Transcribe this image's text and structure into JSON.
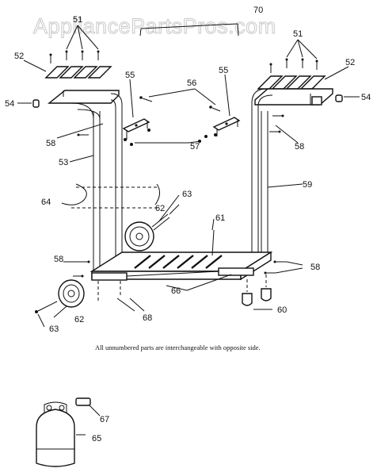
{
  "watermark": "AppliancePartsPros.com",
  "note": "All unnumbered parts are interchangeable with opposite side.",
  "callouts": {
    "c70": "70",
    "c51_left": "51",
    "c51_right": "51",
    "c52_left": "52",
    "c52_right": "52",
    "c54_left": "54",
    "c54_right": "54",
    "c55_left": "55",
    "c55_right": "55",
    "c56": "56",
    "c57": "57",
    "c58_top_left": "58",
    "c58_top_right": "58",
    "c58_mid_left": "58",
    "c58_mid_right": "58",
    "c53": "53",
    "c59": "59",
    "c64": "64",
    "c63_upper": "63",
    "c63_lower": "63",
    "c62_upper": "62",
    "c62_lower": "62",
    "c61": "61",
    "c66": "66",
    "c68": "68",
    "c60": "60",
    "c67": "67",
    "c65": "65"
  }
}
